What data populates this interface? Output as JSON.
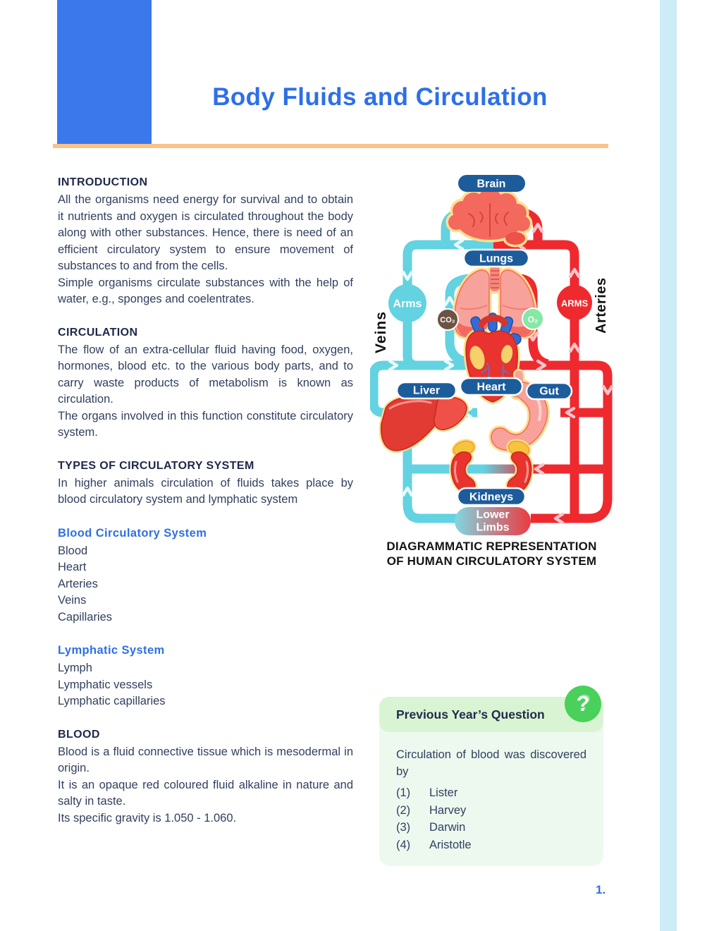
{
  "header": {
    "title": "Body Fluids and Circulation"
  },
  "sections": {
    "intro_heading": "INTRODUCTION",
    "intro_p1": "All the organisms need energy for survival and to obtain it nutrients and oxygen is circulated throughout the body along with other substances. Hence, there is need of an efficient circulatory system to ensure movement of substances to and from the cells.",
    "intro_p2": "Simple organisms circulate substances with the help of water, e.g., sponges and coelentrates.",
    "circulation_heading": "CIRCULATION",
    "circulation_p1": "The flow of an extra-cellular fluid having food, oxygen, hormones, blood etc. to the various body parts, and to carry waste products of metabolism is known as circulation.",
    "circulation_p2": "The organs involved in this function constitute circulatory system.",
    "types_heading": "TYPES OF CIRCULATORY SYSTEM",
    "types_p1": "In higher animals circulation of fluids takes place by blood circulatory system and lymphatic system",
    "bcs_heading": "Blood Circulatory System",
    "bcs_items": [
      "Blood",
      "Heart",
      "Arteries",
      "Veins",
      "Capillaries"
    ],
    "lymph_heading": "Lymphatic System",
    "lymph_items": [
      "Lymph",
      "Lymphatic vessels",
      "Lymphatic capillaries"
    ],
    "blood_heading": "BLOOD",
    "blood_p1": "Blood is a fluid connective tissue which is mesodermal in origin.",
    "blood_p2": "It is an opaque red coloured fluid alkaline in nature and salty in taste.",
    "blood_p3": "Its specific gravity is 1.050 - 1.060."
  },
  "diagram": {
    "labels": {
      "brain": "Brain",
      "lungs": "Lungs",
      "heart": "Heart",
      "liver": "Liver",
      "gut": "Gut",
      "kidneys": "Kidneys",
      "lower_1": "Lower",
      "lower_2": "Limbs",
      "arms_left": "Arms",
      "arms_right": "ARMS",
      "veins": "Veins",
      "arteries": "Arteries",
      "co2": "CO₂",
      "o2": "O₂"
    },
    "caption_1": "DIAGRAMMATIC REPRESENTATION",
    "caption_2": "OF HUMAN CIRCULATORY SYSTEM"
  },
  "question_box": {
    "header": "Previous Year’s Question",
    "icon": "?",
    "question": "Circulation of blood was discovered by",
    "options": [
      {
        "num": "(1)",
        "text": "Lister"
      },
      {
        "num": "(2)",
        "text": "Harvey"
      },
      {
        "num": "(3)",
        "text": "Darwin"
      },
      {
        "num": "(4)",
        "text": "Aristotle"
      }
    ]
  },
  "footer": {
    "page_number": "1."
  },
  "colors": {
    "accent_blue": "#2e6fe8",
    "header_block_blue": "#3a78ec",
    "rule_orange": "#f8c289",
    "body_text": "#31405f",
    "heading_navy": "#1e2849",
    "side_bar_blue": "#cdecf7",
    "diagram_cyan": "#63d2e1",
    "diagram_red": "#ee2a2f",
    "pill_blue": "#1d5c9b",
    "qbox_header_green": "#d9f4d2",
    "qbox_body_green": "#edf9ef",
    "qbox_icon_green": "#49d15b",
    "co2_brown": "#6d5344",
    "o2_green": "#86e8a3"
  }
}
